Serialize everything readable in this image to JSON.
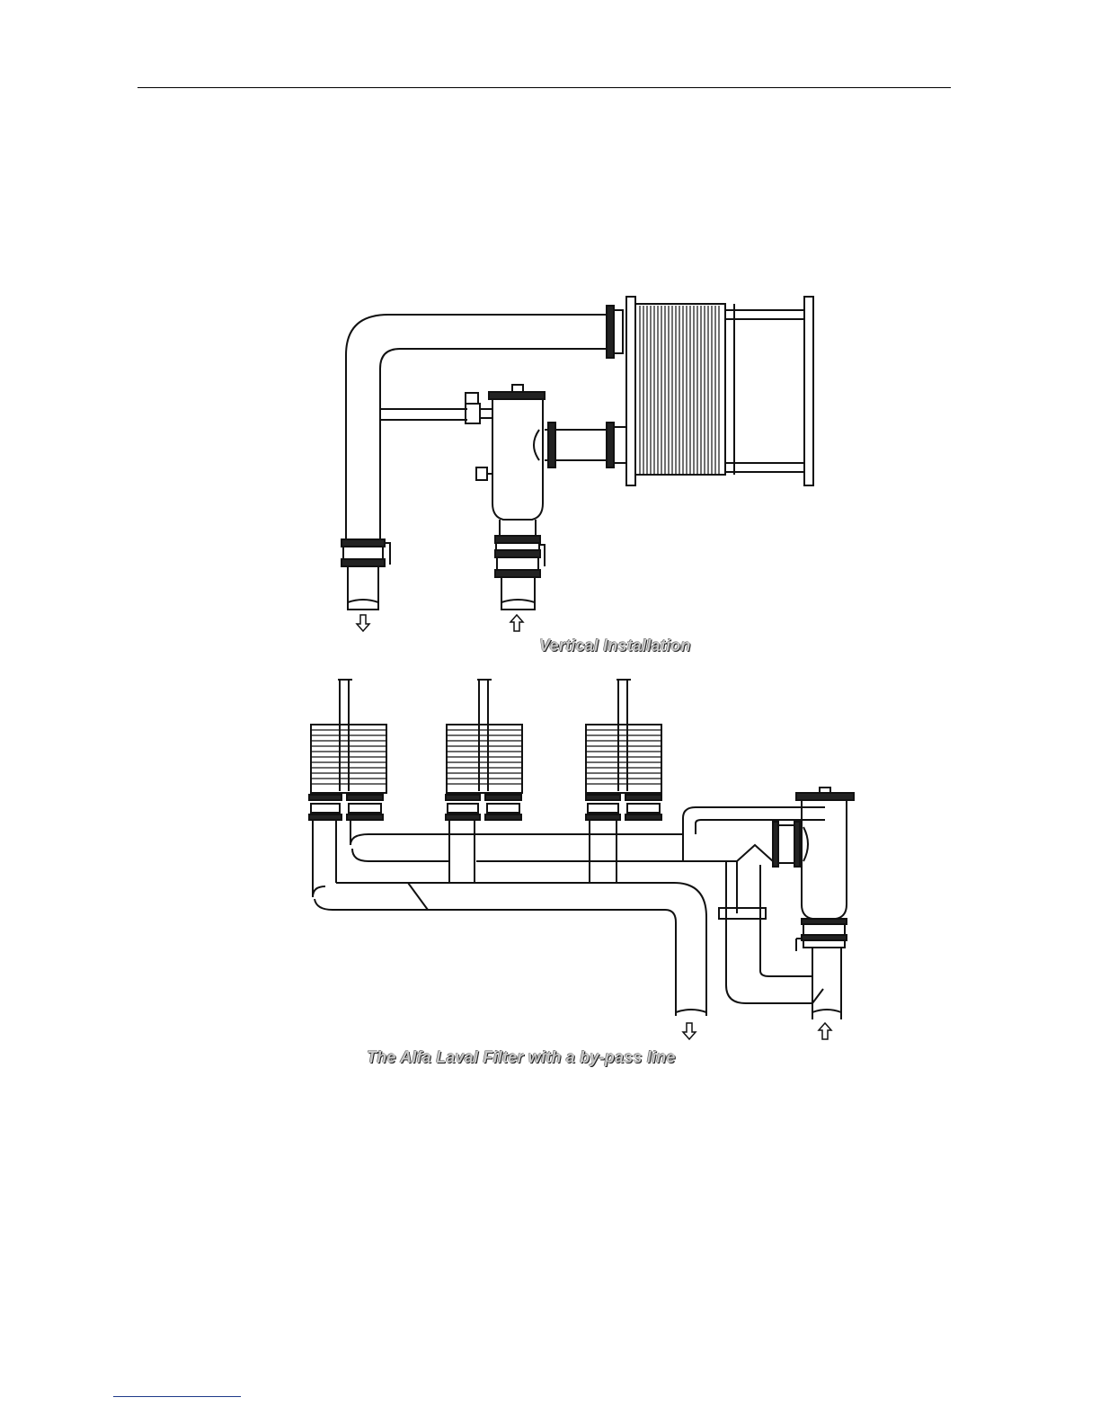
{
  "figures": [
    {
      "id": "vertical",
      "caption": "Vertical Installation"
    },
    {
      "id": "bypass",
      "caption": "The Alfa Laval Filter with a by-pass line"
    }
  ]
}
